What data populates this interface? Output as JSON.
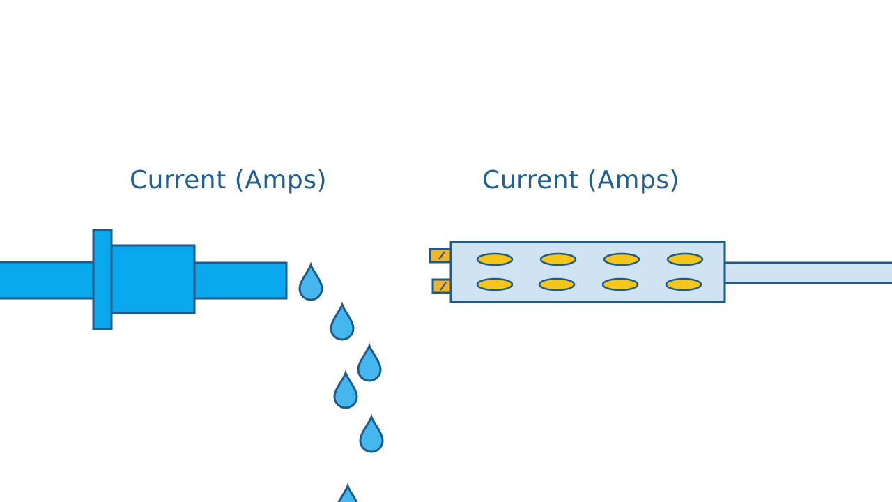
{
  "labels": {
    "left": "Current (Amps)",
    "right": "Current (Amps)"
  },
  "colors": {
    "label_text": "#1f5f93",
    "hose_fill": "#0aa8ec",
    "outline": "#1e5a8a",
    "drop_fill": "#46b7ee",
    "wire_fill": "#cfe3f2",
    "battery_cell": "#f5c518",
    "terminal": "#f0b429"
  },
  "icons": {
    "hose": "water-hose",
    "drops": "water-drop",
    "wire": "electrical-wire",
    "connector": "wire-connector"
  }
}
